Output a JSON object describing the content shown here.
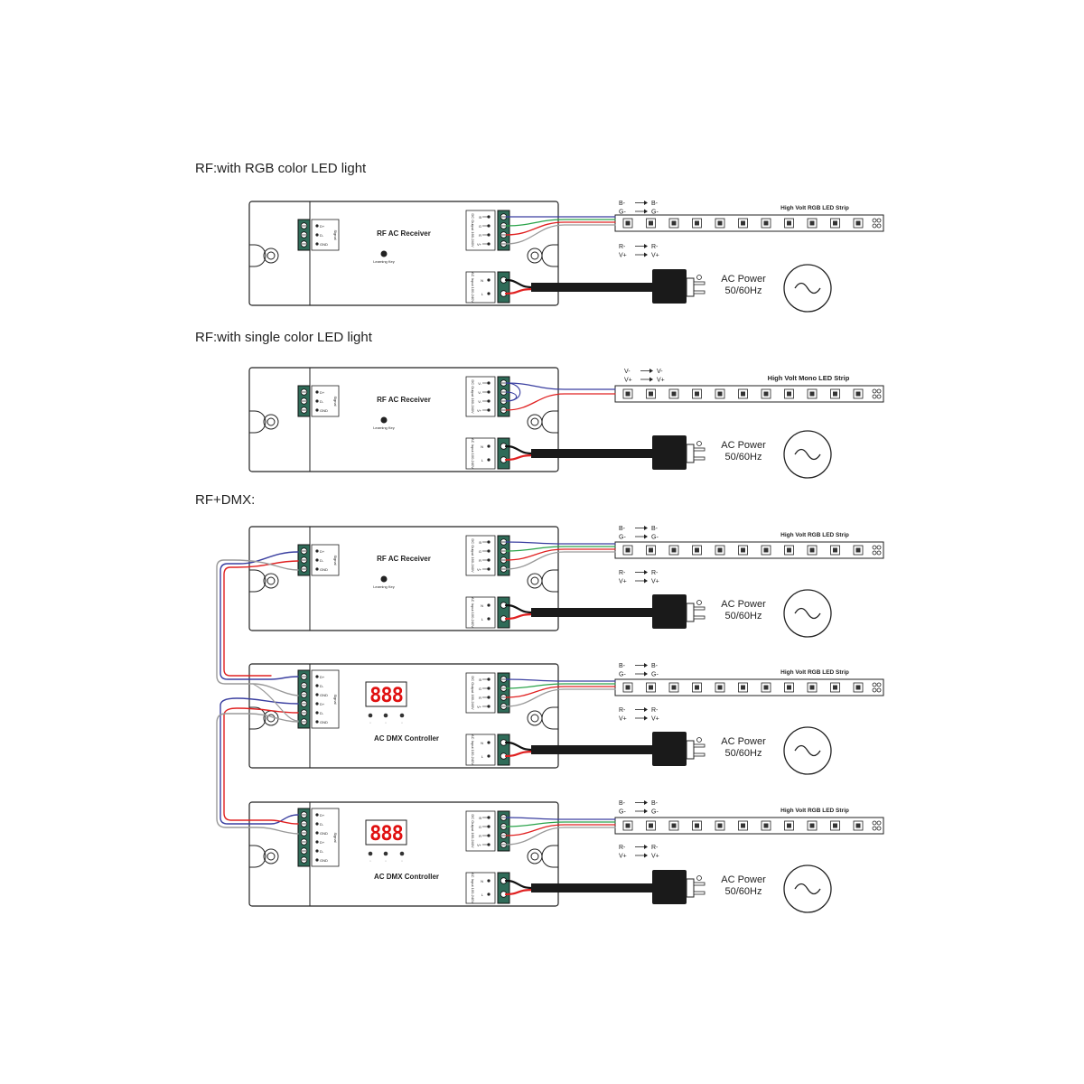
{
  "sections": [
    {
      "title": "RF:with RGB color LED light"
    },
    {
      "title": "RF:with single color LED light"
    },
    {
      "title": "RF+DMX:"
    }
  ],
  "labels": {
    "rf_receiver": "RF AC Receiver",
    "dmx_controller": "AC DMX Controller",
    "learning_key": "Learning Key",
    "ac_power_line1": "AC Power",
    "ac_power_line2": "50/60Hz",
    "rgb_strip": "High Volt RGB LED Strip",
    "mono_strip": "High Volt Mono LED Strip",
    "output_block": "DC Output 160-240V",
    "input_block": "AC Input 100-240V",
    "dmx_display": "888"
  },
  "pins": {
    "rgb_output": [
      "B",
      "G",
      "R",
      "V+"
    ],
    "mono_output": [
      "V-",
      "V-",
      "V-",
      "V+"
    ],
    "ac_input": [
      "N",
      "L"
    ],
    "rf_signal": [
      "D+",
      "D-",
      "GND"
    ],
    "dmx_signal": [
      "D+",
      "D-",
      "GND",
      "D+",
      "D-",
      "GND"
    ]
  },
  "strip_mapping": {
    "rgb_top": [
      "B-",
      "G-"
    ],
    "rgb_bottom": [
      "R-",
      "V+"
    ],
    "mono": [
      "V-",
      "V+"
    ]
  },
  "colors": {
    "blue_wire": "#3a3fa0",
    "green_wire": "#2aa34a",
    "red_wire": "#e02020",
    "gray_wire": "#9a9a9a",
    "terminal": "#2f6b58",
    "display_red": "#e01010",
    "outline": "#222222"
  }
}
